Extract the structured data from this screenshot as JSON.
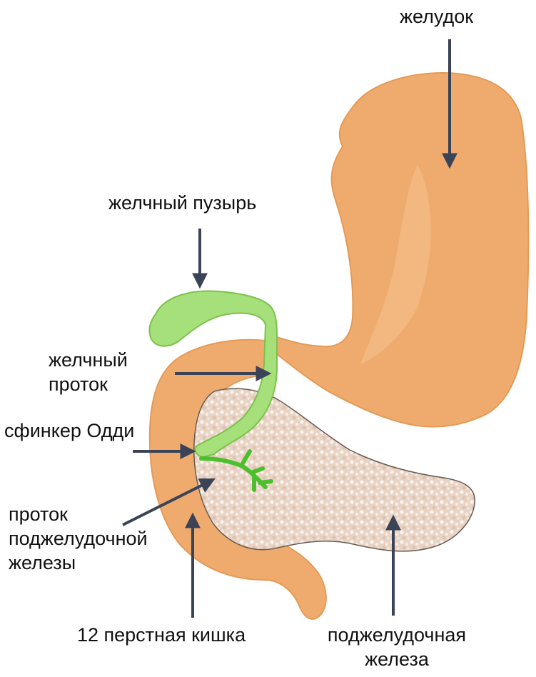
{
  "labels": {
    "stomach": "желудок",
    "gallbladder": "желчный пузырь",
    "bile_duct": [
      "желчный",
      "проток"
    ],
    "oddi_sphincter": "сфинкер Одди",
    "pancreatic_duct": [
      "проток",
      "поджелудочной",
      "железы"
    ],
    "duodenum": "12 перстная кишка",
    "pancreas": [
      "поджелудочная",
      "железа"
    ]
  },
  "colors": {
    "organ_orange": "#efab6e",
    "organ_orange_light": "#f4bd86",
    "organ_outline": "#e49a55",
    "gallbladder_green": "#a6e07a",
    "gallbladder_outline": "#7cc14d",
    "duct_green": "#4cbf2c",
    "pancreas_fill": "#e8d2c2",
    "pancreas_outline": "#6a5a52",
    "arrow": "#3b4356",
    "text": "#111111"
  }
}
